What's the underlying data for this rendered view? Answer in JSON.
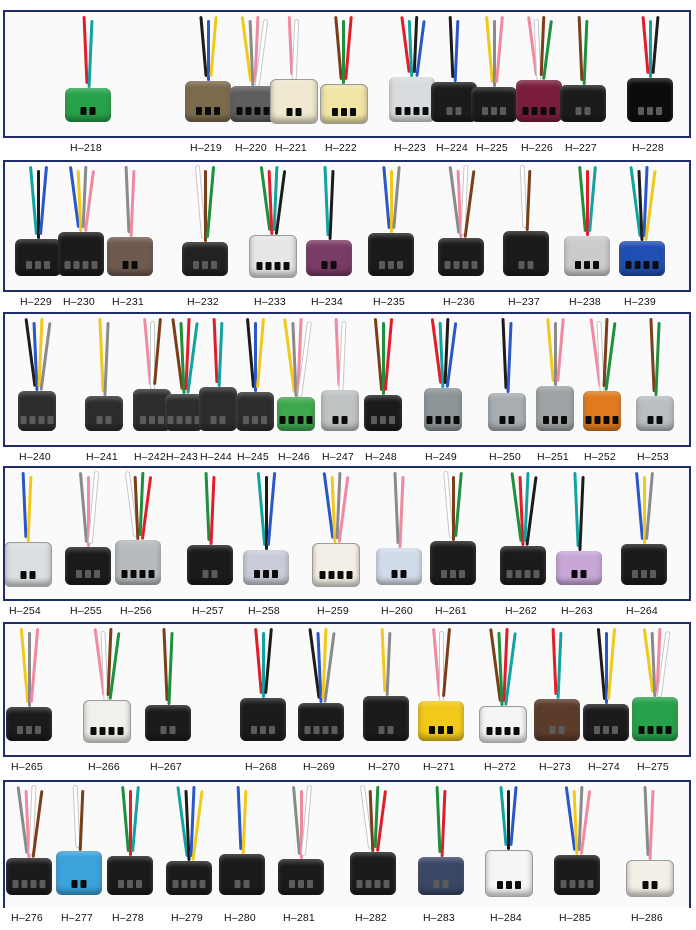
{
  "frame_color": "#1f2d6b",
  "rows": [
    {
      "labels": [
        "H–218",
        "H–219",
        "H–220",
        "H–221",
        "H–222",
        "H–223",
        "H–224",
        "H–225",
        "H–226",
        "H–227",
        "H–228"
      ]
    },
    {
      "labels": [
        "H–229",
        "H–230",
        "H–231",
        "H–232",
        "H–233",
        "H–234",
        "H–235",
        "H–236",
        "H–237",
        "H–238",
        "H–239"
      ]
    },
    {
      "labels": [
        "H–240",
        "H–241",
        "H–242",
        "H–243",
        "H–244",
        "H–245",
        "H–246",
        "H–247",
        "H–248",
        "H–249",
        "H–250",
        "H–251",
        "H–252",
        "H–253"
      ]
    },
    {
      "labels": [
        "H–254",
        "H–255",
        "H–256",
        "H–257",
        "H–258",
        "H–259",
        "H–260",
        "H–261",
        "H–262",
        "H–263",
        "H–264"
      ]
    },
    {
      "labels": [
        "H–265",
        "H–266",
        "H–267",
        "H–268",
        "H–269",
        "H–270",
        "H–271",
        "H–272",
        "H–273",
        "H–274",
        "H–275"
      ]
    },
    {
      "labels": [
        "H–276",
        "H–277",
        "H–278",
        "H–279",
        "H–280",
        "H–281",
        "H–282",
        "H–283",
        "H–284",
        "H–285",
        "H–286"
      ]
    }
  ]
}
